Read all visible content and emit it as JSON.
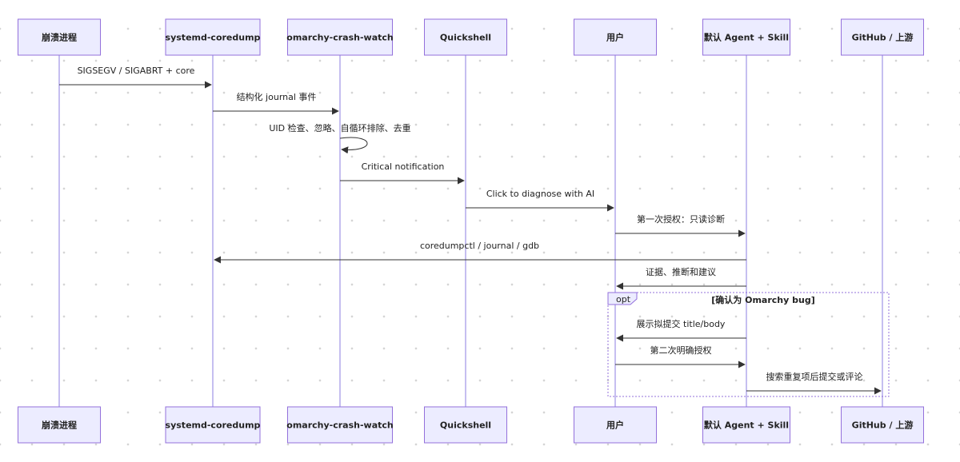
{
  "participants": [
    {
      "id": "crash",
      "label": "崩溃进程"
    },
    {
      "id": "coredump",
      "label": "systemd-coredump"
    },
    {
      "id": "watch",
      "label": "omarchy-crash-watch"
    },
    {
      "id": "qs",
      "label": "Quickshell"
    },
    {
      "id": "user",
      "label": "用户"
    },
    {
      "id": "agent",
      "label": "默认 Agent + Skill"
    },
    {
      "id": "gh",
      "label": "GitHub / 上游"
    }
  ],
  "messages": [
    {
      "from": "crash",
      "to": "coredump",
      "text": "SIGSEGV / SIGABRT + core"
    },
    {
      "from": "coredump",
      "to": "watch",
      "text": "结构化 journal 事件"
    },
    {
      "from": "watch",
      "to": "watch",
      "text": "UID 检查、忽略、自循环排除、去重"
    },
    {
      "from": "watch",
      "to": "qs",
      "text": "Critical notification"
    },
    {
      "from": "qs",
      "to": "user",
      "text": "Click to diagnose with AI"
    },
    {
      "from": "user",
      "to": "agent",
      "text": "第一次授权：只读诊断"
    },
    {
      "from": "agent",
      "to": "coredump",
      "text": "coredumpctl / journal / gdb"
    },
    {
      "from": "agent",
      "to": "user",
      "text": "证据、推断和建议"
    },
    {
      "from": "agent",
      "to": "user",
      "text": "展示拟提交 title/body"
    },
    {
      "from": "user",
      "to": "agent",
      "text": "第二次明确授权"
    },
    {
      "from": "agent",
      "to": "gh",
      "text": "搜索重复项后提交或评论"
    }
  ],
  "opt_block": {
    "label": "opt",
    "condition": "[确认为 Omarchy bug]"
  }
}
